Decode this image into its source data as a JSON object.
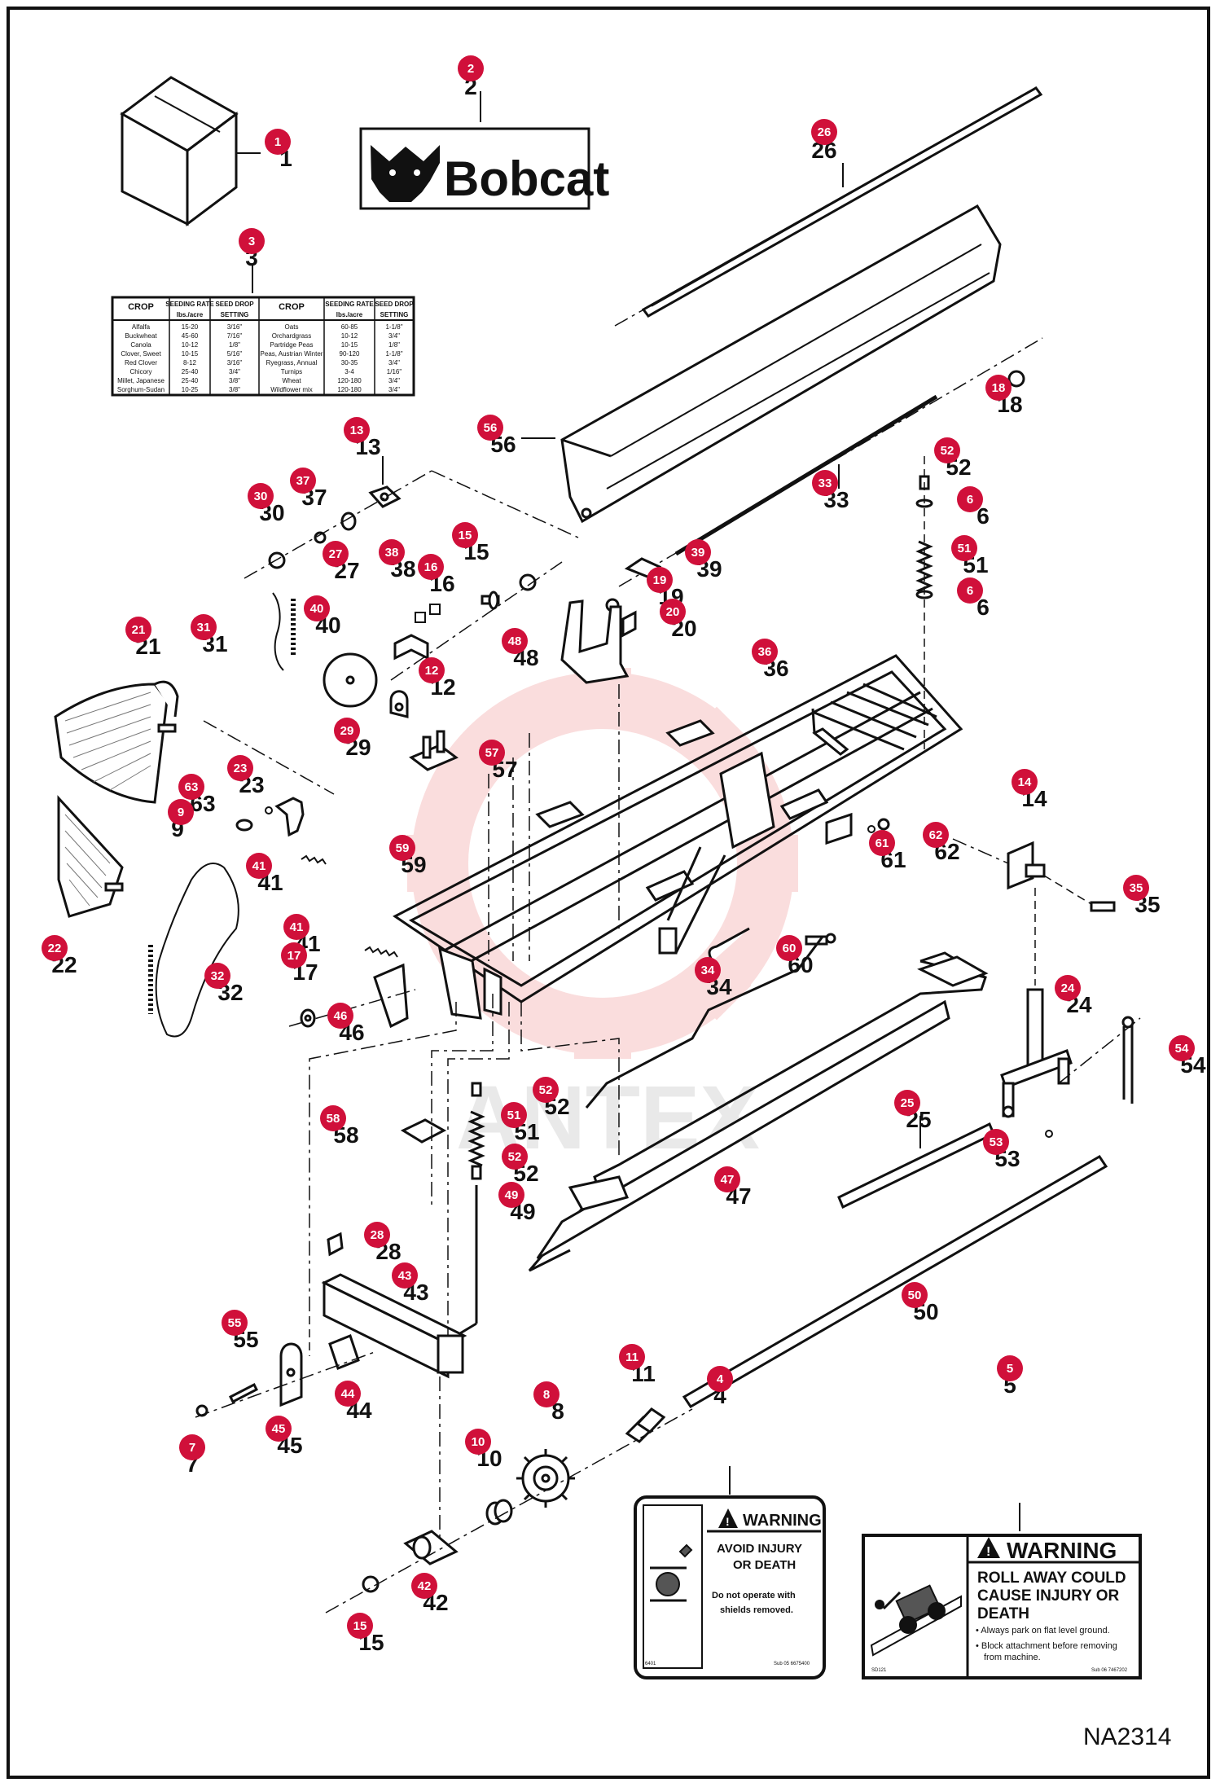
{
  "callouts": [
    {
      "num": "1",
      "label": "1"
    },
    {
      "num": "2",
      "label": "2"
    },
    {
      "num": "3",
      "label": "3"
    },
    {
      "num": "26",
      "label": "26"
    },
    {
      "num": "18",
      "label": "18"
    },
    {
      "num": "56",
      "label": "56"
    },
    {
      "num": "13",
      "label": "13"
    },
    {
      "num": "52",
      "label": "52"
    },
    {
      "num": "37",
      "label": "37"
    },
    {
      "num": "30",
      "label": "30"
    },
    {
      "num": "33",
      "label": "33"
    },
    {
      "num": "6",
      "label": "6"
    },
    {
      "num": "27",
      "label": "27"
    },
    {
      "num": "15",
      "label": "15"
    },
    {
      "num": "38",
      "label": "38"
    },
    {
      "num": "16",
      "label": "16"
    },
    {
      "num": "39",
      "label": "39"
    },
    {
      "num": "51",
      "label": "51"
    },
    {
      "num": "19",
      "label": "19"
    },
    {
      "num": "6",
      "label": "6"
    },
    {
      "num": "31",
      "label": "31"
    },
    {
      "num": "40",
      "label": "40"
    },
    {
      "num": "20",
      "label": "20"
    },
    {
      "num": "21",
      "label": "21"
    },
    {
      "num": "48",
      "label": "48"
    },
    {
      "num": "12",
      "label": "12"
    },
    {
      "num": "36",
      "label": "36"
    },
    {
      "num": "29",
      "label": "29"
    },
    {
      "num": "57",
      "label": "57"
    },
    {
      "num": "23",
      "label": "23"
    },
    {
      "num": "63",
      "label": "63"
    },
    {
      "num": "9",
      "label": "9"
    },
    {
      "num": "14",
      "label": "14"
    },
    {
      "num": "62",
      "label": "62"
    },
    {
      "num": "61",
      "label": "61"
    },
    {
      "num": "59",
      "label": "59"
    },
    {
      "num": "41",
      "label": "41"
    },
    {
      "num": "35",
      "label": "35"
    },
    {
      "num": "41",
      "label": "41"
    },
    {
      "num": "17",
      "label": "17"
    },
    {
      "num": "22",
      "label": "22"
    },
    {
      "num": "32",
      "label": "32"
    },
    {
      "num": "34",
      "label": "34"
    },
    {
      "num": "60",
      "label": "60"
    },
    {
      "num": "46",
      "label": "46"
    },
    {
      "num": "24",
      "label": "24"
    },
    {
      "num": "54",
      "label": "54"
    },
    {
      "num": "52",
      "label": "52"
    },
    {
      "num": "25",
      "label": "25"
    },
    {
      "num": "58",
      "label": "58"
    },
    {
      "num": "51",
      "label": "51"
    },
    {
      "num": "53",
      "label": "53"
    },
    {
      "num": "52",
      "label": "52"
    },
    {
      "num": "47",
      "label": "47"
    },
    {
      "num": "49",
      "label": "49"
    },
    {
      "num": "28",
      "label": "28"
    },
    {
      "num": "43",
      "label": "43"
    },
    {
      "num": "50",
      "label": "50"
    },
    {
      "num": "55",
      "label": "55"
    },
    {
      "num": "11",
      "label": "11"
    },
    {
      "num": "8",
      "label": "8"
    },
    {
      "num": "44",
      "label": "44"
    },
    {
      "num": "45",
      "label": "45"
    },
    {
      "num": "7",
      "label": "7"
    },
    {
      "num": "10",
      "label": "10"
    },
    {
      "num": "4",
      "label": "4"
    },
    {
      "num": "5",
      "label": "5"
    },
    {
      "num": "42",
      "label": "42"
    },
    {
      "num": "15",
      "label": "15"
    }
  ],
  "logo": {
    "text": "Bobcat"
  },
  "seeding_table": {
    "headers": [
      "CROP",
      "SEEDING RATE",
      "SEED DROP",
      "CROP",
      "SEEDING RATE",
      "SEED DROP"
    ],
    "subheaders": [
      "",
      "lbs./acre",
      "SETTING",
      "",
      "lbs./acre",
      "SETTING"
    ],
    "rows": [
      [
        "Alfalfa",
        "15-20",
        "3/16\"",
        "Oats",
        "60-85",
        "1-1/8\""
      ],
      [
        "Buckwheat",
        "45-60",
        "7/16\"",
        "Orchardgrass",
        "10-12",
        "3/4\""
      ],
      [
        "Canola",
        "10-12",
        "1/8\"",
        "Partridge Peas",
        "10-15",
        "1/8\""
      ],
      [
        "Clover, Sweet",
        "10-15",
        "5/16\"",
        "Peas, Austrian Winter",
        "90-120",
        "1-1/8\""
      ],
      [
        "Red Clover",
        "8-12",
        "3/16\"",
        "Ryegrass, Annual",
        "30-35",
        "3/4\""
      ],
      [
        "Chicory",
        "25-40",
        "3/4\"",
        "Turnips",
        "3-4",
        "1/16\""
      ],
      [
        "Millet, Japanese",
        "25-40",
        "3/8\"",
        "Wheat",
        "120-180",
        "3/4\""
      ],
      [
        "Sorghum-Sudan",
        "10-25",
        "3/8\"",
        "Wildflower mix",
        "120-180",
        "3/4\""
      ]
    ]
  },
  "warning_left": {
    "title": "WARNING",
    "line1": "AVOID INJURY",
    "line2": "OR DEATH",
    "line3": "Do not operate with",
    "line4": "shields removed.",
    "code_left": "6401",
    "code_right": "Sub 05 6675400"
  },
  "warning_right": {
    "title": "WARNING",
    "line1": "ROLL AWAY COULD",
    "line2": "CAUSE INJURY OR",
    "line3": "DEATH",
    "bullet1a": "• Always park on flat level ground.",
    "bullet2a": "• Block attachment before removing",
    "bullet2b": "from machine.",
    "code_left": "SD121",
    "code_right": "Sub 06 7467202"
  },
  "reference": "NA2314",
  "watermark": "ANTEX",
  "colors": {
    "callout": "#d0103a",
    "line": "#111111",
    "watermark": "#f2b8b8"
  }
}
